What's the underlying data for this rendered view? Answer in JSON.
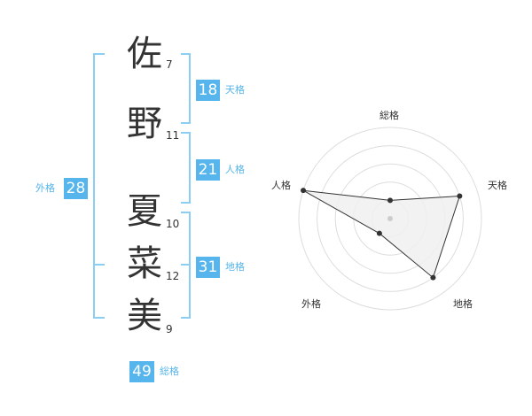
{
  "name": {
    "characters": [
      {
        "char": "佐",
        "strokes": "7"
      },
      {
        "char": "野",
        "strokes": "11"
      },
      {
        "char": "夏",
        "strokes": "10"
      },
      {
        "char": "菜",
        "strokes": "12"
      },
      {
        "char": "美",
        "strokes": "9"
      }
    ]
  },
  "fortune": {
    "tenkaku": {
      "value": "18",
      "label": "天格"
    },
    "jinkaku": {
      "value": "21",
      "label": "人格"
    },
    "chikaku": {
      "value": "31",
      "label": "地格"
    },
    "gaikaku": {
      "value": "28",
      "label": "外格"
    },
    "soukaku": {
      "value": "49",
      "label": "総格"
    }
  },
  "chart_data": {
    "type": "radar",
    "axes": [
      "総格",
      "天格",
      "地格",
      "外格",
      "人格"
    ],
    "values": [
      1,
      4,
      4,
      1,
      5
    ],
    "max": 5,
    "grid": "concentric-circles",
    "colors": {
      "fill": "#f0f0f0",
      "line": "#333333",
      "grid": "#dddddd",
      "point": "#333333"
    }
  },
  "colors": {
    "accent": "#55b5ec",
    "bracket": "#8ccdf2",
    "text": "#333333"
  }
}
